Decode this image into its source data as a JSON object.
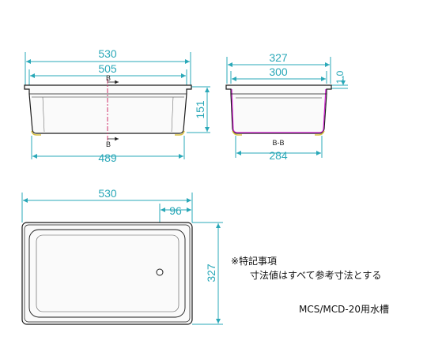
{
  "front_view": {
    "width_overall": "530",
    "width_inner": "505",
    "width_bottom": "489",
    "height": "151",
    "section_mark_top": "B",
    "section_mark_bottom": "B"
  },
  "side_view": {
    "width_overall": "327",
    "width_inner": "300",
    "width_bottom": "284",
    "rim_thickness": "1.0",
    "section_label": "B-B"
  },
  "top_view": {
    "width_overall": "530",
    "depth_overall": "327",
    "drain_offset": "96"
  },
  "notes": {
    "title": "※特記事項",
    "line1": "寸法値はすべて参考寸法とする"
  },
  "model_label": "MCS/MCD-20用水槽",
  "colors": {
    "dimension": "#2aa8b8",
    "outline": "#1a1a1a",
    "section_line": "#d0306a",
    "foot": "#d8c040",
    "section_view_wall": "#d020d0"
  }
}
